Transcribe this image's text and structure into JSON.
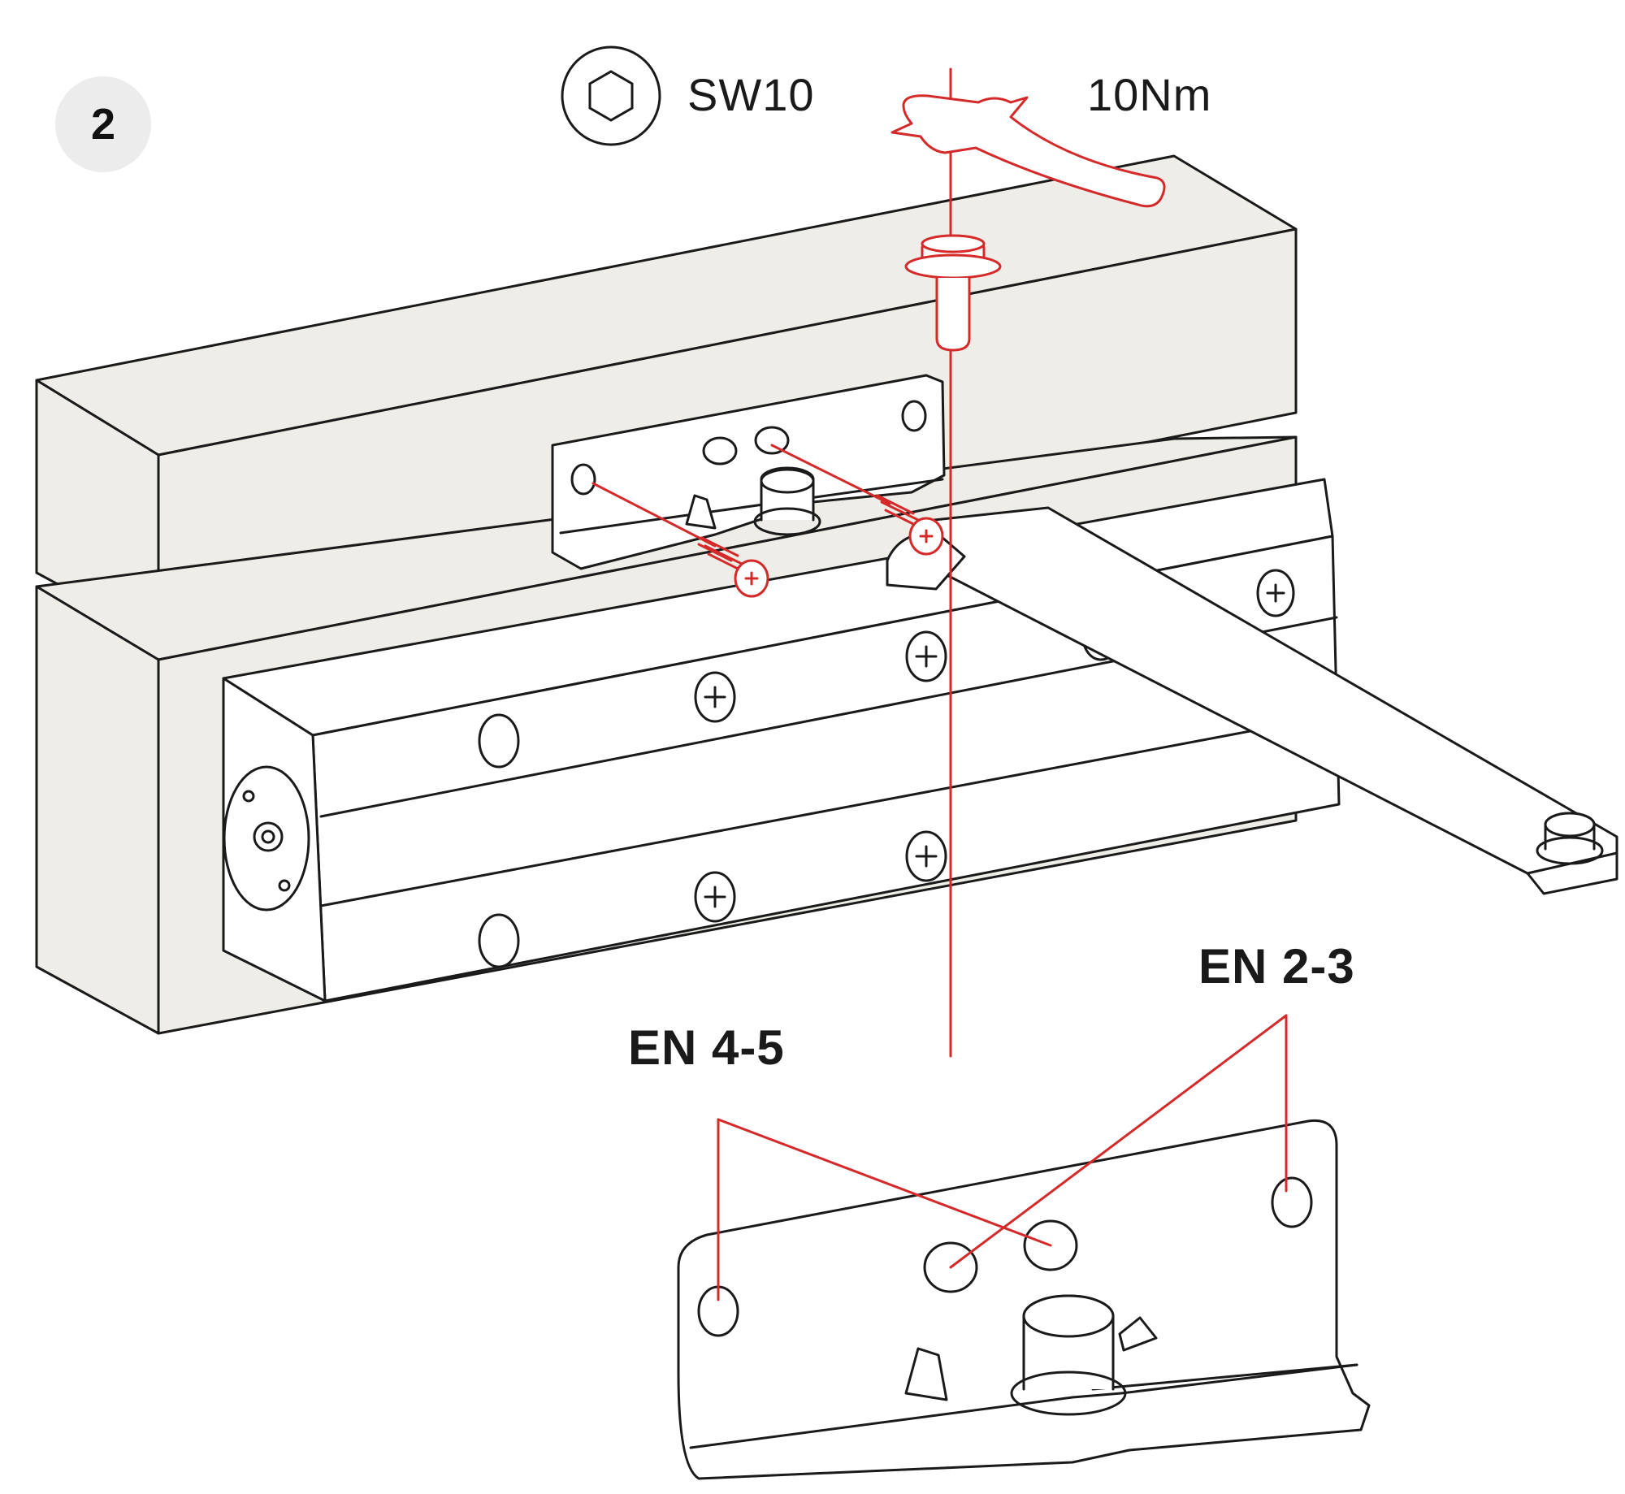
{
  "step": {
    "number": "2"
  },
  "tool": {
    "hex_icon": "hex-socket-icon",
    "size_label": "SW10",
    "torque_label": "10Nm"
  },
  "callouts": {
    "upper_class": "EN 2-3",
    "lower_class": "EN 4-5"
  },
  "colors": {
    "frame_fill": "#efede7",
    "outline": "#1a1a1a",
    "accent_red": "#d42a2a",
    "badge_bg": "#ececec",
    "metal_fill": "#ffffff"
  }
}
